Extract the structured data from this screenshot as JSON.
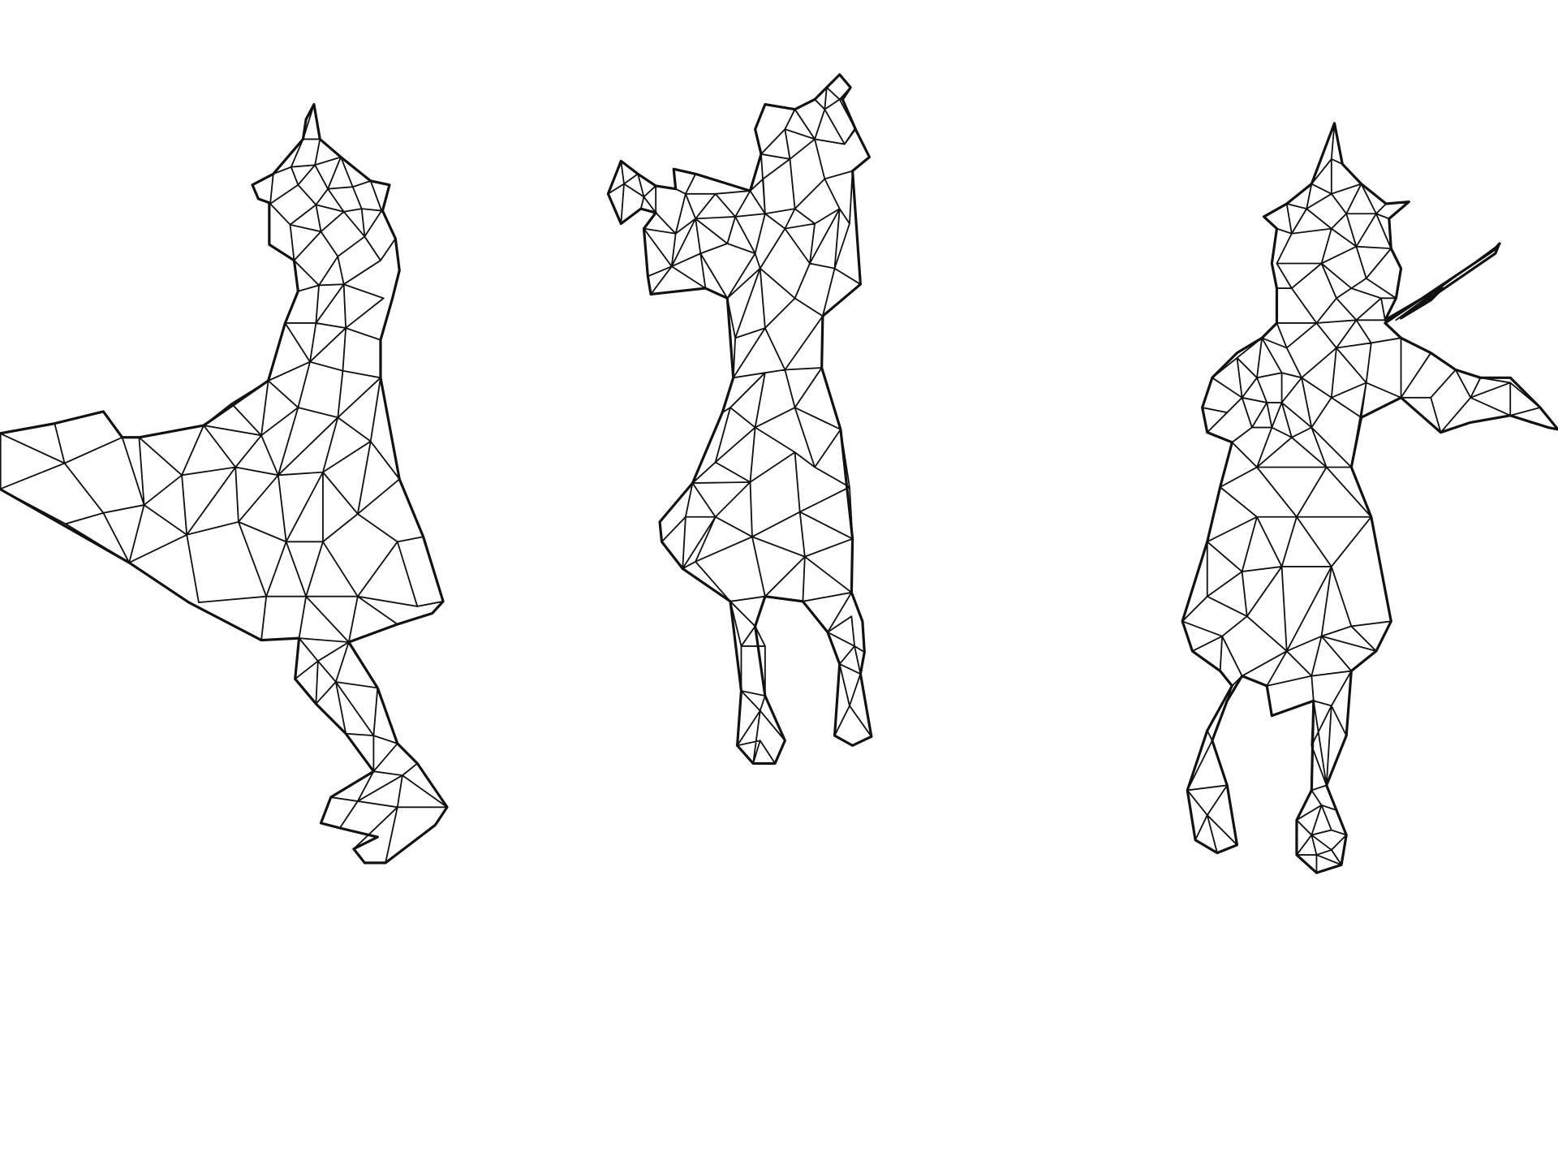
{
  "figures": [
    {
      "id": "pianist",
      "label": ""
    },
    {
      "id": "trumpeter",
      "label": ""
    },
    {
      "id": "violinist",
      "label": ""
    }
  ],
  "colors": {
    "background": "#ffffff",
    "stroke": "#111111"
  }
}
